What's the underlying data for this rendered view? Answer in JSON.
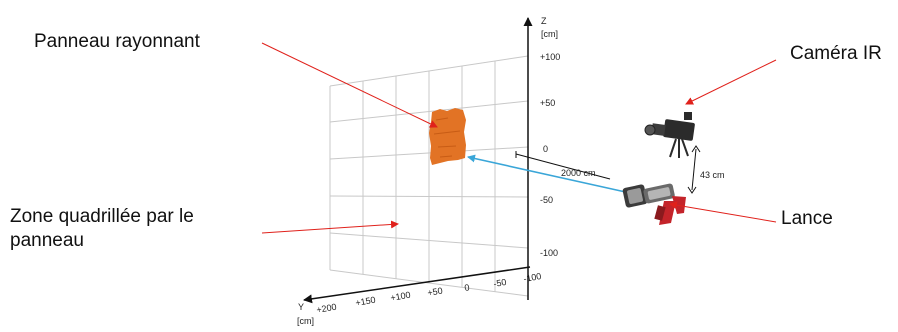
{
  "labels": {
    "panel": "Panneau rayonnant",
    "camera": "Caméra IR",
    "zone_line1": "Zone quadrillée par le",
    "zone_line2": "panneau",
    "lance": "Lance"
  },
  "axes": {
    "z_name": "Z",
    "z_unit": "[cm]",
    "y_name": "Y",
    "y_unit": "[cm]",
    "z_ticks": [
      "+100",
      "+50",
      "0",
      "-50",
      "-100"
    ],
    "y_ticks": [
      "+200",
      "+150",
      "+100",
      "+50",
      "0",
      "-50",
      "-100"
    ]
  },
  "measurements": {
    "distance": "2000 cm",
    "height": "43 cm"
  },
  "colors": {
    "annotation_arrow": "#e0211b",
    "water_jet": "#3aa6d8",
    "panel_fill": "#e27325",
    "grid": "#c8c8c8",
    "axis": "#111111"
  },
  "icons": [
    "camera-icon",
    "nozzle-icon"
  ]
}
